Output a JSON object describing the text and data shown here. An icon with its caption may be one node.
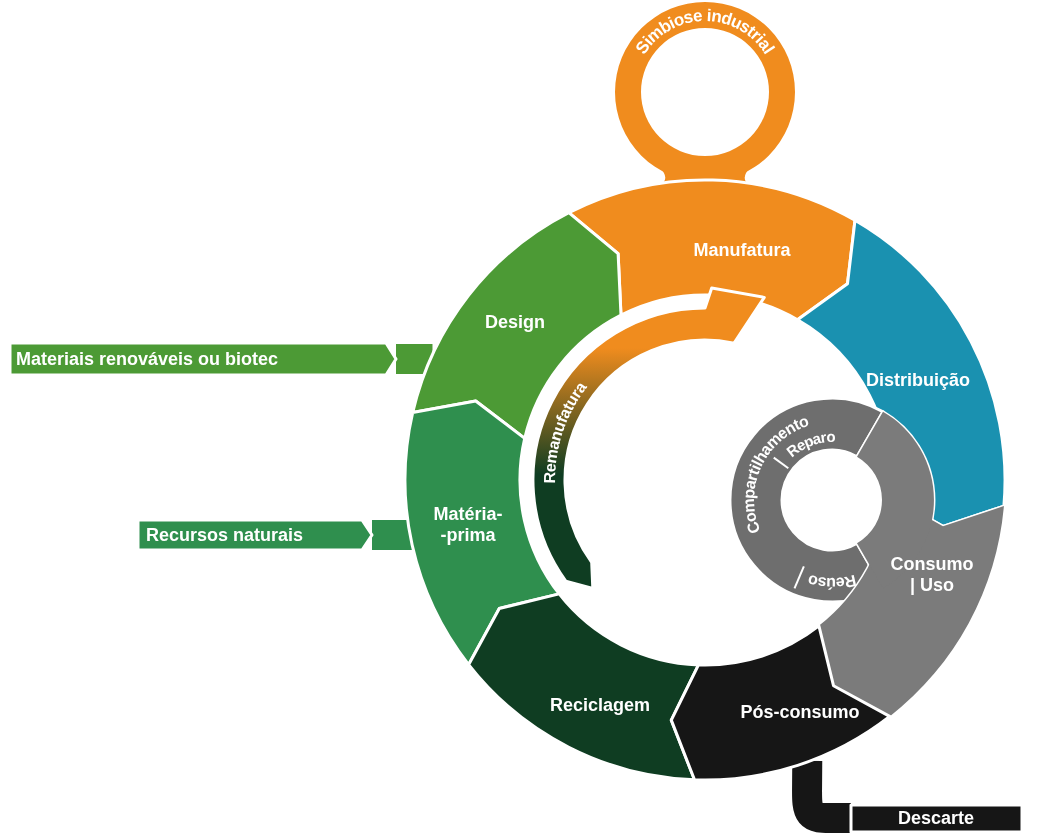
{
  "diagram": {
    "nodes": [
      {
        "text": [
          "Simbiose industrial"
        ]
      },
      {
        "text": [
          "Manufatura"
        ]
      },
      {
        "text": [
          "Design"
        ]
      },
      {
        "text": [
          "Materiais renováveis ou biotec"
        ]
      },
      {
        "text": [
          "Distribuição"
        ]
      },
      {
        "text": [
          "Remanufatura"
        ]
      },
      {
        "text": [
          "Matéria- -prima"
        ]
      },
      {
        "text": [
          "Recursos naturais"
        ]
      },
      {
        "text": [
          "Compartilhamento",
          "Reparo",
          "Reúso"
        ]
      },
      {
        "text": [
          "Consumo | Uso"
        ]
      },
      {
        "text": [
          "Reciclagem"
        ]
      },
      {
        "text": [
          "Pós-consumo"
        ]
      },
      {
        "text": [
          "Descarte"
        ]
      }
    ],
    "edges": [
      {
        "from": 3,
        "to": 2,
        "arrow": "none",
        "color": "#4c9a35"
      },
      {
        "from": 7,
        "to": 6,
        "arrow": "none",
        "color": "#2f8f4e"
      },
      {
        "from": 11,
        "to": 12,
        "arrow": "none",
        "color": "#161616"
      }
    ]
  }
}
